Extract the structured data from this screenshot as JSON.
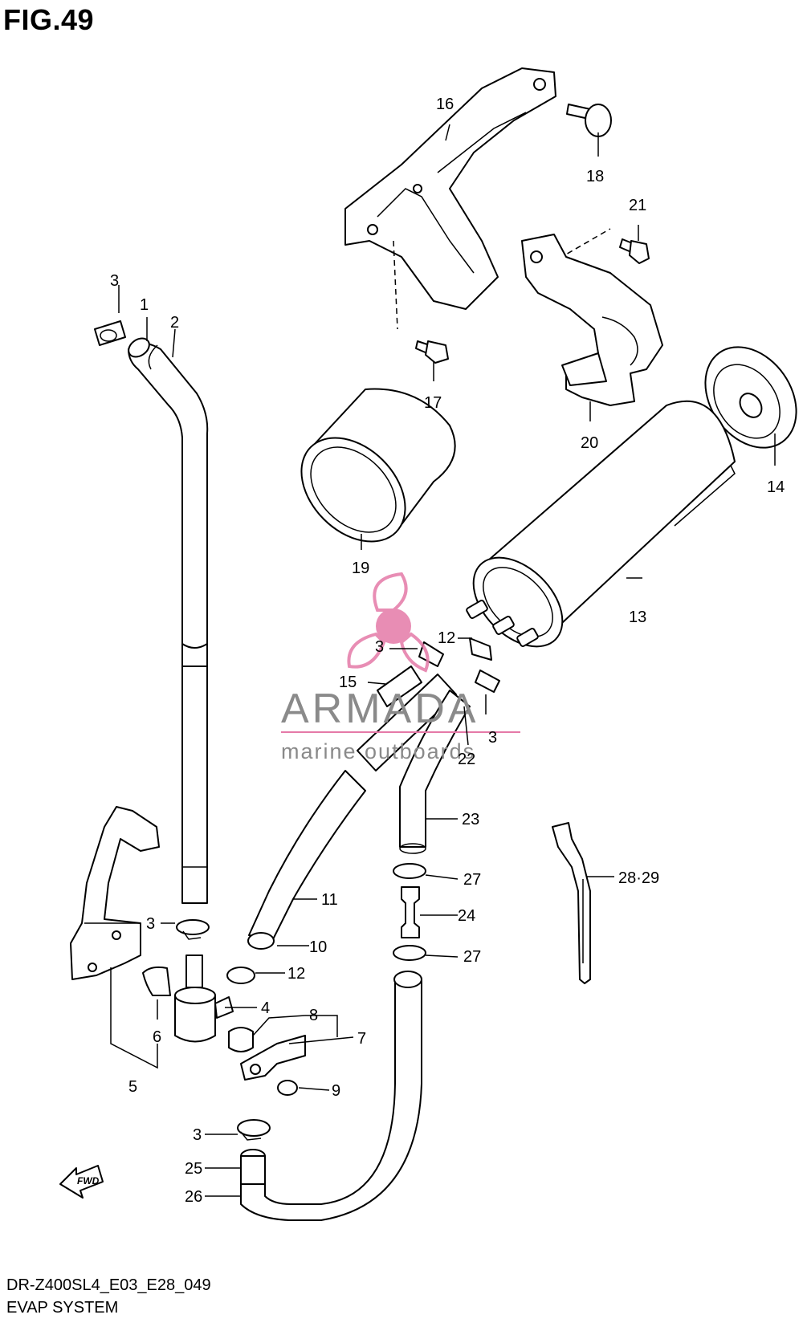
{
  "figure_title": "FIG.49",
  "diagram_code": "DR-Z400SL4_E03_E28_049",
  "system_name": "EVAP SYSTEM",
  "direction_arrow_label": "FWD",
  "watermark": {
    "brand": "ARMADA",
    "tagline": "marine outboards",
    "brand_color": "#e57aa8"
  },
  "callouts": [
    {
      "id": "c1",
      "label": "1"
    },
    {
      "id": "c2",
      "label": "2"
    },
    {
      "id": "c3a",
      "label": "3"
    },
    {
      "id": "c3b",
      "label": "3"
    },
    {
      "id": "c3c",
      "label": "3"
    },
    {
      "id": "c3d",
      "label": "3"
    },
    {
      "id": "c3e",
      "label": "3"
    },
    {
      "id": "c4",
      "label": "4"
    },
    {
      "id": "c5",
      "label": "5"
    },
    {
      "id": "c6",
      "label": "6"
    },
    {
      "id": "c7",
      "label": "7"
    },
    {
      "id": "c8",
      "label": "8"
    },
    {
      "id": "c9",
      "label": "9"
    },
    {
      "id": "c10",
      "label": "10"
    },
    {
      "id": "c11",
      "label": "11"
    },
    {
      "id": "c12a",
      "label": "12"
    },
    {
      "id": "c12b",
      "label": "12"
    },
    {
      "id": "c13",
      "label": "13"
    },
    {
      "id": "c14",
      "label": "14"
    },
    {
      "id": "c15",
      "label": "15"
    },
    {
      "id": "c16",
      "label": "16"
    },
    {
      "id": "c17",
      "label": "17"
    },
    {
      "id": "c18",
      "label": "18"
    },
    {
      "id": "c19",
      "label": "19"
    },
    {
      "id": "c20",
      "label": "20"
    },
    {
      "id": "c21",
      "label": "21"
    },
    {
      "id": "c22",
      "label": "22"
    },
    {
      "id": "c23",
      "label": "23"
    },
    {
      "id": "c24",
      "label": "24"
    },
    {
      "id": "c25",
      "label": "25"
    },
    {
      "id": "c26",
      "label": "26"
    },
    {
      "id": "c27a",
      "label": "27"
    },
    {
      "id": "c27b",
      "label": "27"
    },
    {
      "id": "c28",
      "label": "28·29"
    }
  ]
}
